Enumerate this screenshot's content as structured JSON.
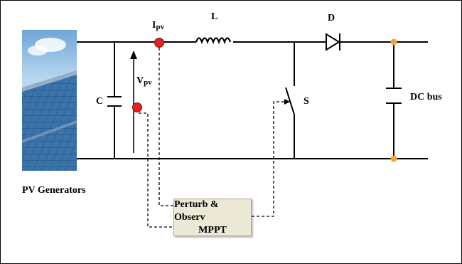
{
  "labels": {
    "pv_generators": "PV Generators",
    "capacitor": "C",
    "inductor": "L",
    "diode": "D",
    "switch": "S",
    "dc_bus": "DC bus",
    "current_main": "I",
    "current_sub": "pv",
    "voltage_main": "V",
    "voltage_sub": "pv"
  },
  "controller": {
    "line1": "Perturb & Observ",
    "line2": "MPPT"
  },
  "colors": {
    "sensor_red": "#e8201f",
    "bus_node_orange": "#f5a23c",
    "controller_fill": "#ece8d6",
    "panel_cell_blue": "#2f5f93",
    "sky_blue": "#9cc7ea"
  }
}
